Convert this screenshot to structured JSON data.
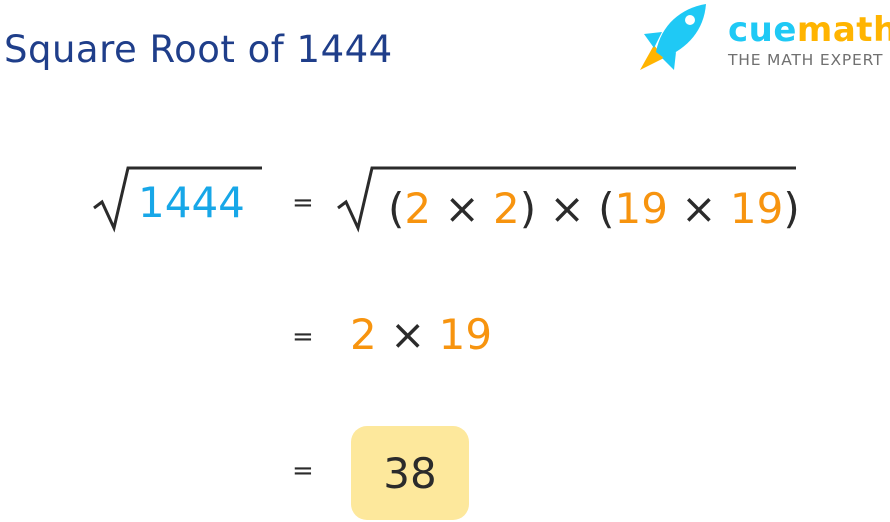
{
  "title": "Square Root of 1444",
  "logo": {
    "brand_part1": "cue",
    "brand_part2": "math",
    "tagline": "THE MATH EXPERT"
  },
  "lhs": {
    "radicand": "1444"
  },
  "steps": [
    {
      "equals": "=",
      "tokens": [
        "(",
        "2",
        "×",
        "2",
        ")",
        "×",
        "(",
        "19",
        "×",
        "19",
        ")"
      ]
    },
    {
      "equals": "=",
      "tokens": [
        "2",
        "×",
        "19"
      ]
    },
    {
      "equals": "=",
      "answer": "38"
    }
  ],
  "colors": {
    "title": "#1f3e8a",
    "highlight": "#f7940f",
    "radicand": "#17a7e8",
    "answer_bg": "#fde89c"
  }
}
